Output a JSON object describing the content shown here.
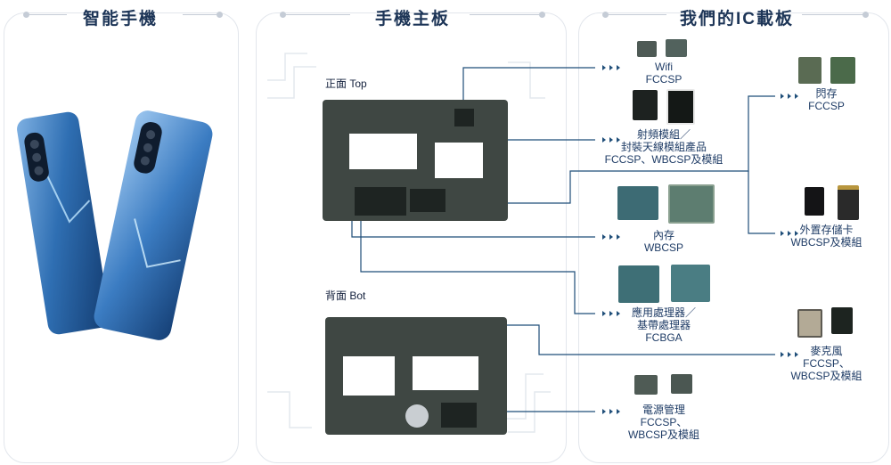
{
  "sections": {
    "phone": {
      "title": "智能手機"
    },
    "board": {
      "title": "手機主板",
      "top_label": "正面 Top",
      "bottom_label": "背面 Bot"
    },
    "ic": {
      "title": "我們的IC載板"
    }
  },
  "items": {
    "wifi": {
      "lines": [
        "Wifi",
        "FCCSP"
      ]
    },
    "rf": {
      "lines": [
        "射頻模組／",
        "封裝天線模組產品",
        "FCCSP、WBCSP及模組"
      ]
    },
    "memory": {
      "lines": [
        "內存",
        "WBCSP"
      ]
    },
    "processor": {
      "lines": [
        "應用處理器／",
        "基帶處理器",
        "FCBGA"
      ]
    },
    "power": {
      "lines": [
        "電源管理",
        "FCCSP、",
        "WBCSP及模組"
      ]
    },
    "flash": {
      "lines": [
        "閃存",
        "FCCSP"
      ]
    },
    "sdcard": {
      "lines": [
        "外置存儲卡",
        "WBCSP及模組"
      ]
    },
    "mic": {
      "lines": [
        "麥克風",
        "FCCSP、",
        "WBCSP及模組"
      ]
    }
  },
  "colors": {
    "connector": "#1f4e79",
    "title": "#1d3557",
    "panel_border": "#e2e6ec",
    "phone_blue": "#2f6fb3"
  },
  "icons": {
    "arrow": "triple-chevron-arrow"
  }
}
